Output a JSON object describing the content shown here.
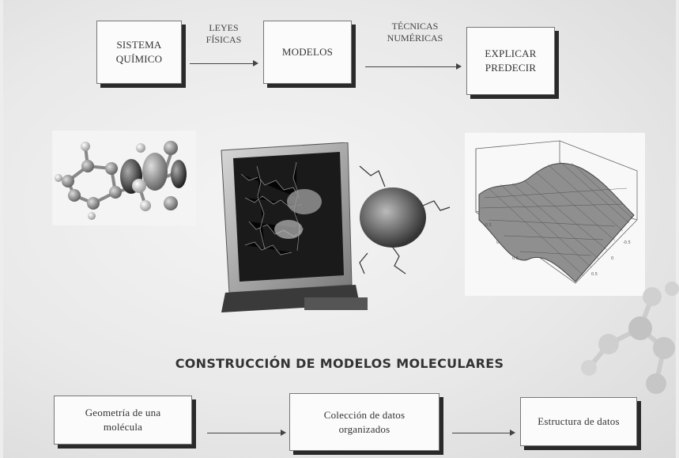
{
  "top_flow": {
    "box1": [
      "SISTEMA",
      "QUÍMICO"
    ],
    "arrow1_label": [
      "LEYES",
      "FÍSICAS"
    ],
    "box2": "MODELOS",
    "arrow2_label": [
      "TÉCNICAS",
      "NUMÉRICAS"
    ],
    "box3": [
      "EXPLICAR",
      "PREDECIR"
    ]
  },
  "heading": "CONSTRUCCIÓN DE MODELOS MOLECULARES",
  "bottom_flow": {
    "box1": [
      "Geometría de una",
      "molécula"
    ],
    "box2": [
      "Colección de datos",
      "organizados"
    ],
    "box3": "Estructura de datos"
  },
  "images": {
    "left": "molecule-ball-and-stick",
    "center": "crt-monitor-with-molecule",
    "right": "3d-surface-plot"
  }
}
